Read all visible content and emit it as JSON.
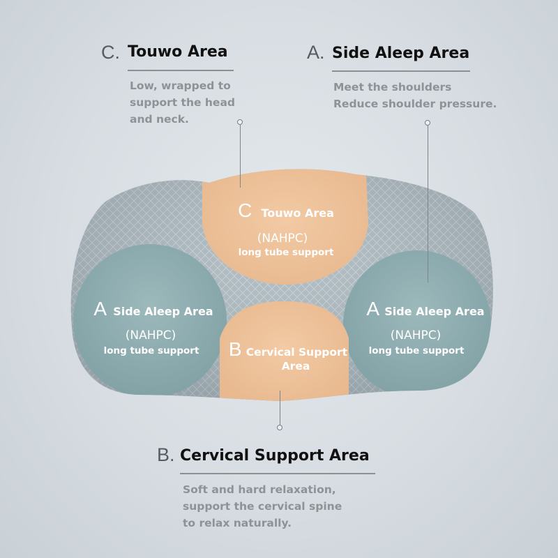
{
  "callouts": {
    "c": {
      "letter": "C.",
      "title": "Touwo Area",
      "desc": "Low, wrapped to\nsupport the head\nand neck."
    },
    "a": {
      "letter": "A.",
      "title": "Side Aleep Area",
      "desc": "Meet the shoulders\nReduce shoulder pressure."
    },
    "b": {
      "letter": "B.",
      "title": "Cervical Support Area",
      "desc": "Soft and hard relaxation,\nsupport the cervical spine\nto relax naturally."
    }
  },
  "zones": {
    "c": {
      "letter": "C",
      "title": "Touwo Area",
      "paren": "(NAHPC)",
      "sub": "long tube support"
    },
    "a_left": {
      "letter": "A",
      "title": "Side Aleep Area",
      "paren": "(NAHPC)",
      "sub": "long tube support"
    },
    "a_right": {
      "letter": "A",
      "title": "Side Aleep Area",
      "paren": "(NAHPC)",
      "sub": "long tube support"
    },
    "b": {
      "letter": "B",
      "title": "Cervical Support",
      "title2": "Area"
    }
  },
  "colors": {
    "pillow": "#a9b6bc",
    "side_zone": "#8fadb0",
    "orange_zone": "#efc49c"
  }
}
